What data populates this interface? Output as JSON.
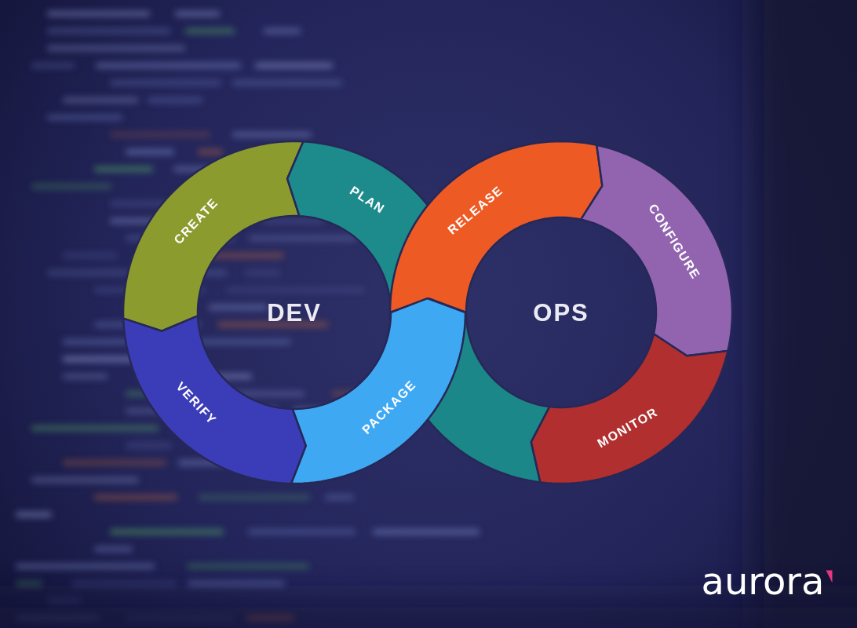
{
  "diagram": {
    "nodes": [
      {
        "text": [
          "CREATE"
        ]
      },
      {
        "text": [
          "PLAN"
        ]
      },
      {
        "text": [
          "RELEASE"
        ]
      },
      {
        "text": [
          "CONFIGURE"
        ]
      },
      {
        "text": [
          "VERIFY"
        ]
      },
      {
        "text": [
          "PACKAGE"
        ]
      },
      {
        "text": [
          "MONITOR"
        ]
      }
    ],
    "labels": [
      "DEV",
      "OPS",
      "aurora"
    ]
  }
}
